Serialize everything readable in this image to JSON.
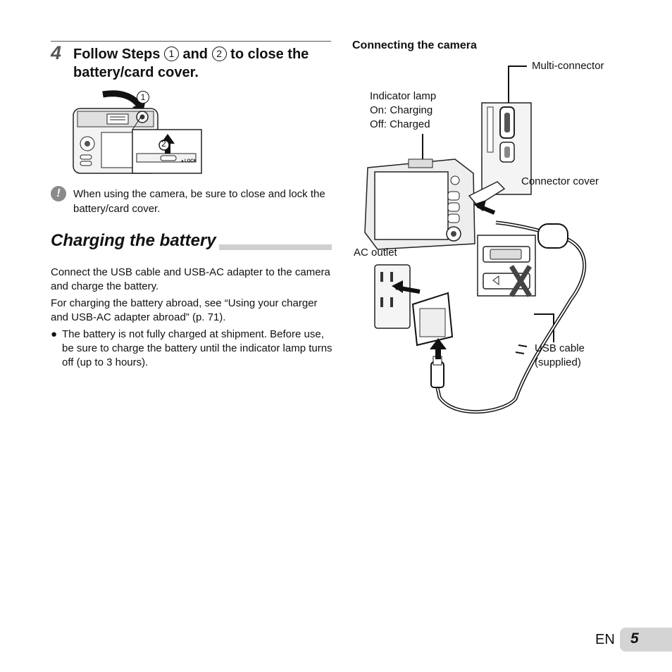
{
  "step": {
    "number": "4",
    "text_pre": "Follow Steps",
    "circle1": "1",
    "text_and": "and",
    "circle2": "2",
    "text_post": "to close the battery/card cover.",
    "figure": {
      "callout1": "1",
      "callout2": "2",
      "lock_label": "▲LOCK"
    }
  },
  "note": {
    "icon": "exclamation-icon",
    "text": "When using the camera, be sure to close and lock the battery/card cover."
  },
  "section": {
    "title": "Charging the battery",
    "para1": "Connect the USB cable and USB-AC adapter to the camera and charge the battery.",
    "para2": "For charging the battery abroad, see “Using your charger and USB-AC adapter abroad” (p. 71).",
    "bullet_symbol": "●",
    "bullet": "The battery is not fully charged at shipment. Before use, be sure to charge the battery until the indicator lamp turns off (up to 3 hours)."
  },
  "connecting": {
    "heading": "Connecting the camera",
    "multi_connector": "Multi-connector",
    "indicator_lamp": "Indicator lamp",
    "on_charging": "On: Charging",
    "off_charged": "Off: Charged",
    "connector_cover": "Connector cover",
    "ac_outlet": "AC outlet",
    "usb_cable": "USB cable",
    "supplied": "(supplied)"
  },
  "footer": {
    "lang": "EN",
    "page": "5"
  }
}
